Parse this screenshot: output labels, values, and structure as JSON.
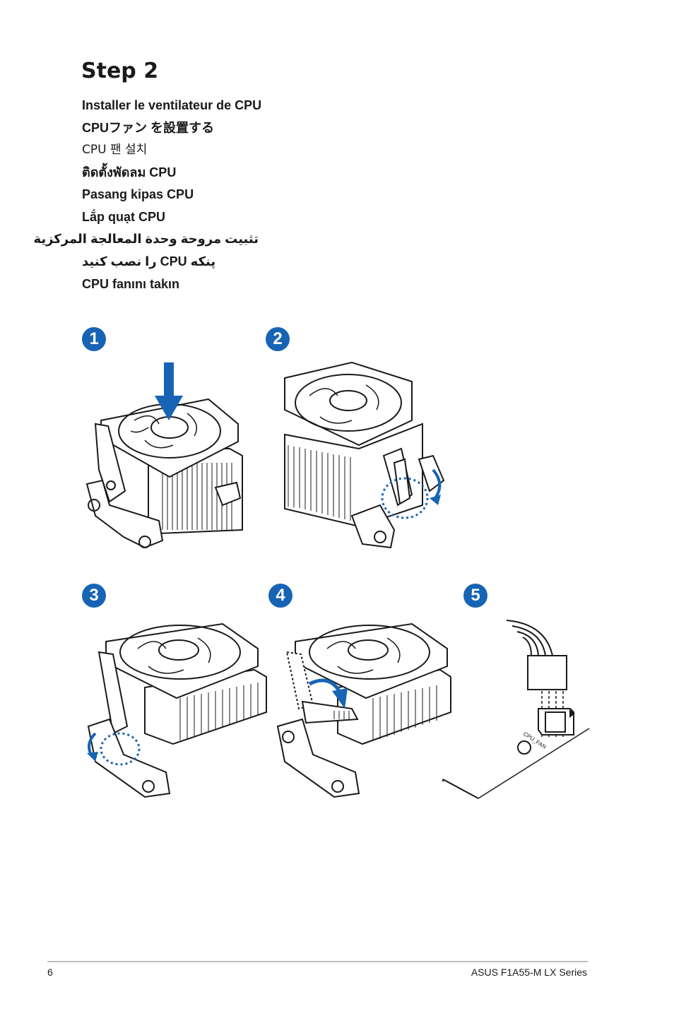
{
  "heading": "Step 2",
  "lines": [
    "Installer le ventilateur de CPU",
    "CPUファン を設置する",
    "CPU 팬 설치",
    "ติดตั้งพัดลม CPU",
    "Pasang kipas CPU",
    "Lắp quạt CPU",
    "تثبيت مروحة وحدة المعالجة المركزية",
    "پنکه CPU را نصب کنید",
    "CPU fanını takın"
  ],
  "steps": [
    "1",
    "2",
    "3",
    "4",
    "5"
  ],
  "connector_label": "CPU_FAN",
  "footer": {
    "page_number": "6",
    "title": "ASUS F1A55-M LX Series"
  },
  "colors": {
    "accent": "#1764b5",
    "line": "#1a1a1a"
  }
}
